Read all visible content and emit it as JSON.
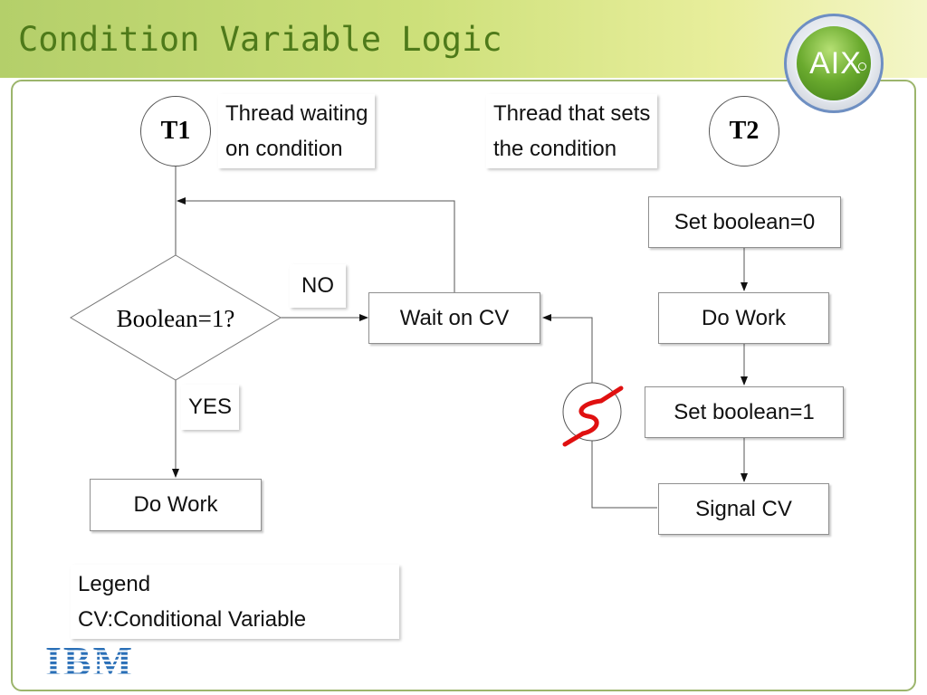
{
  "slide": {
    "title": "Condition Variable Logic",
    "logo_aix": "AIX",
    "logo_ibm": "IBM"
  },
  "diagram": {
    "t1": {
      "label": "T1",
      "desc": [
        "Thread waiting",
        "on condition"
      ],
      "decision": "Boolean=1?",
      "no_label": "NO",
      "yes_label": "YES",
      "wait": "Wait on CV",
      "do_work": "Do Work"
    },
    "t2": {
      "label": "T2",
      "desc": [
        "Thread that sets",
        "the condition"
      ],
      "steps": [
        "Set boolean=0",
        "Do Work",
        "Set boolean=1",
        "Signal CV"
      ]
    },
    "broken_link_icon": "broken-signal-icon",
    "legend": {
      "title": "Legend",
      "entry": "CV:Conditional Variable"
    }
  },
  "colors": {
    "title": "#4e7a1a",
    "header_start": "#b4cf6a",
    "header_end": "#f4f6c8",
    "panel_border": "#9cb56c",
    "aix_green": "#6aaa2e",
    "ibm_blue": "#2a6fb7",
    "broken_link": "#e01010"
  }
}
